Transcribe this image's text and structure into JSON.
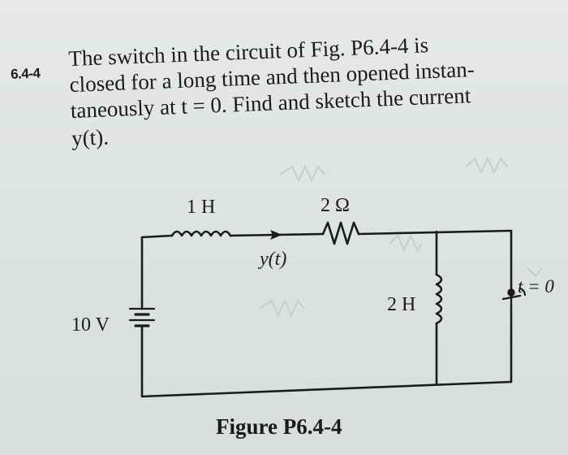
{
  "problem": {
    "number": "6.4-4",
    "lines": [
      "The switch in the circuit of Fig. P6.4-4 is",
      "closed for a long time and then opened instan-",
      "taneously at t = 0. Find and sketch the current",
      "y(t)."
    ]
  },
  "circuit": {
    "source_label": "10 V",
    "inductor1_label": "1 H",
    "resistor_label": "2 Ω",
    "current_label": "y(t)",
    "inductor2_label": "2 H",
    "switch_label": "t = 0"
  },
  "figure": {
    "caption": "Figure P6.4-4"
  }
}
